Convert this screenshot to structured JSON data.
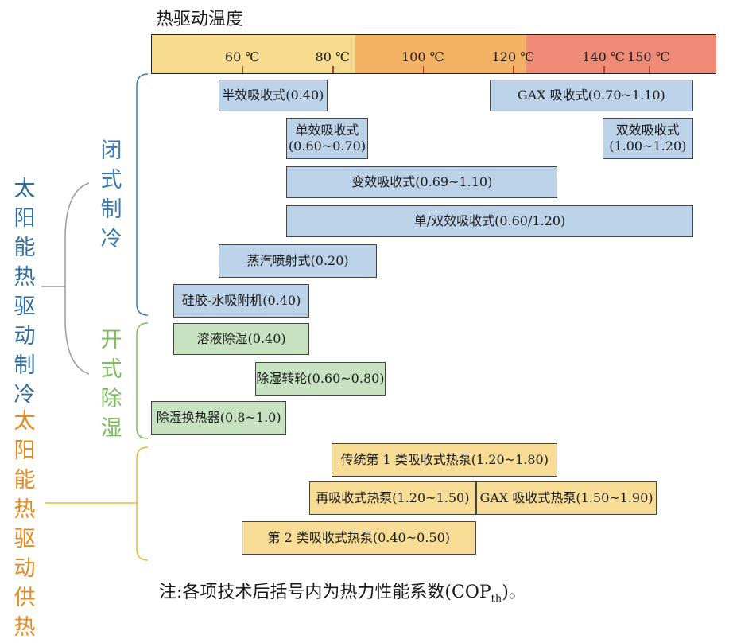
{
  "title": "热驱动温度",
  "scale": {
    "t_min": 40,
    "t_max": 165,
    "bands": [
      {
        "from": 40,
        "to": 85,
        "color": "#f6da8e"
      },
      {
        "from": 85,
        "to": 123,
        "color": "#f3b164"
      },
      {
        "from": 123,
        "to": 165,
        "color": "#ef8a76"
      }
    ],
    "ticks": [
      {
        "value": 60,
        "label": "60 ℃"
      },
      {
        "value": 80,
        "label": "80 ℃"
      },
      {
        "value": 100,
        "label": "100 ℃"
      },
      {
        "value": 120,
        "label": "120 ℃"
      },
      {
        "value": 140,
        "label": "140 ℃"
      },
      {
        "value": 150,
        "label": "150 ℃"
      }
    ]
  },
  "groups": {
    "closed": {
      "label": "闭式制冷",
      "color": "#3a7ab1"
    },
    "open": {
      "label": "开式除湿",
      "color": "#7bbd5c"
    },
    "cooling": {
      "label": "太阳能热驱动制冷",
      "color": "#2f6e9c"
    },
    "heating": {
      "label": "太阳能热驱动供热",
      "color": "#e58a1e"
    }
  },
  "technologies": [
    {
      "label": "半效吸收式(0.40)",
      "t_from": 55,
      "t_to": 79,
      "color": "blue"
    },
    {
      "label": "GAX 吸收式(0.70~1.10)",
      "t_from": 115,
      "t_to": 160,
      "color": "blue"
    },
    {
      "label": "单效吸收式\n(0.60~0.70)",
      "t_from": 70,
      "t_to": 88,
      "color": "blue"
    },
    {
      "label": "双效吸收式\n(1.00~1.20)",
      "t_from": 140,
      "t_to": 160,
      "color": "blue"
    },
    {
      "label": "变效吸收式(0.69~1.10)",
      "t_from": 70,
      "t_to": 130,
      "color": "blue"
    },
    {
      "label": "单/双效吸收式(0.60/1.20)",
      "t_from": 70,
      "t_to": 160,
      "color": "blue"
    },
    {
      "label": "蒸汽喷射式(0.20)",
      "t_from": 55,
      "t_to": 90,
      "color": "blue"
    },
    {
      "label": "硅胶-水吸附机(0.40)",
      "t_from": 45,
      "t_to": 75,
      "color": "blue"
    },
    {
      "label": "溶液除湿(0.40)",
      "t_from": 45,
      "t_to": 75,
      "color": "green"
    },
    {
      "label": "除湿转轮(0.60~0.80)",
      "t_from": 63,
      "t_to": 92,
      "color": "green"
    },
    {
      "label": "除湿换热器(0.8~1.0)",
      "t_from": 40,
      "t_to": 70,
      "color": "green"
    },
    {
      "label": "传统第 1 类吸收式热泵(1.20~1.80)",
      "t_from": 80,
      "t_to": 130,
      "color": "yellow"
    },
    {
      "label": "再吸收式热泵(1.20~1.50)",
      "t_from": 75,
      "t_to": 112,
      "color": "yellow"
    },
    {
      "label": "GAX 吸收式热泵(1.50~1.90)",
      "t_from": 112,
      "t_to": 152,
      "color": "yellow"
    },
    {
      "label": "第 2 类吸收式热泵(0.40~0.50)",
      "t_from": 60,
      "t_to": 112,
      "color": "yellow"
    }
  ],
  "note": {
    "prefix": "注:各项技术后括号内为热力性能系数(COP",
    "sub": "th",
    "suffix": ")。"
  }
}
